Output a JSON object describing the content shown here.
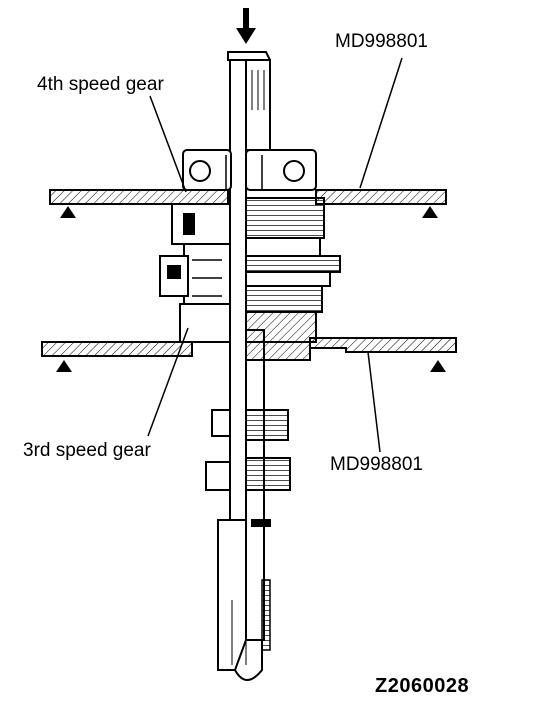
{
  "labels": {
    "fourth_gear": "4th speed gear",
    "tool_top": "MD998801",
    "third_gear": "3rd speed gear",
    "tool_bottom": "MD998801",
    "figure_code": "Z2060028"
  },
  "colors": {
    "line": "#000000",
    "background": "#ffffff"
  }
}
